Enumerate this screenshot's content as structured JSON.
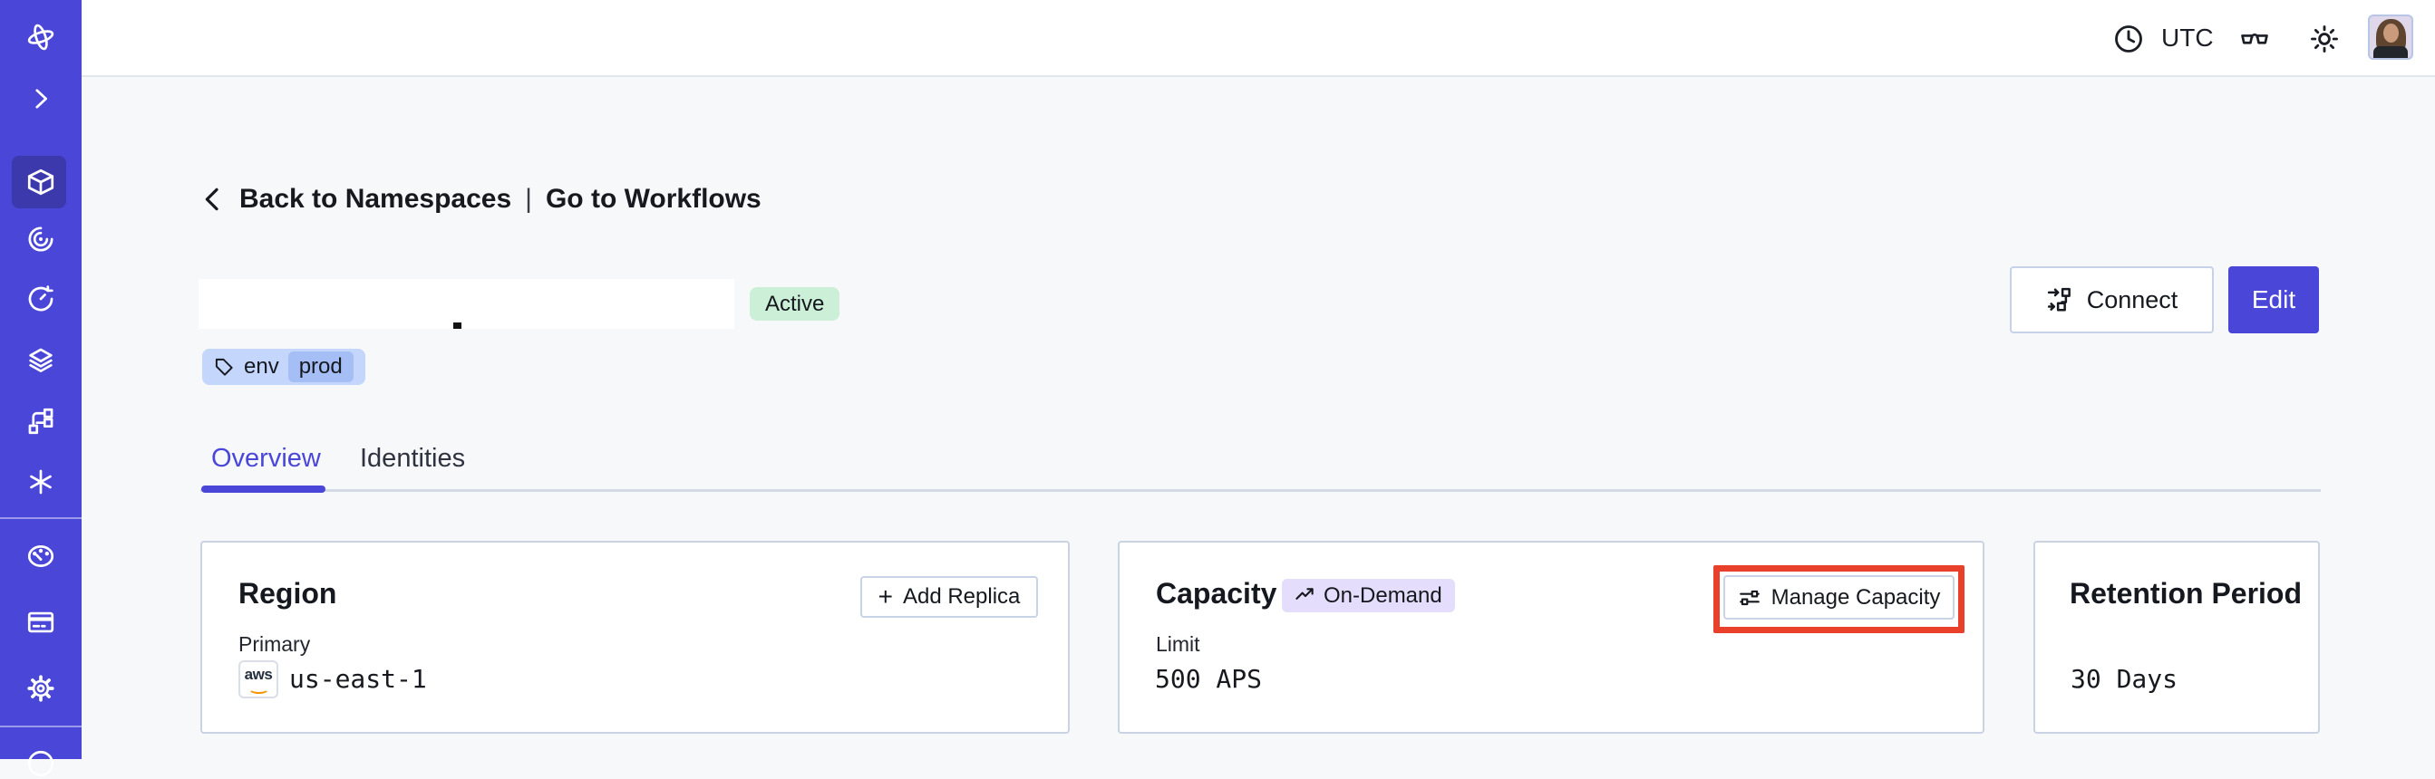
{
  "topbar": {
    "timezone": "UTC",
    "icons": [
      "clock-icon",
      "glasses-icon",
      "sun-icon",
      "user-avatar"
    ]
  },
  "sidebar": {
    "icons": [
      "temporal-logo",
      "expand-chevron",
      "namespaces-cube (active)",
      "nexus-spiral",
      "schedules-timer",
      "deployments-layers",
      "workflows-branch",
      "batch-asterisk",
      "usage-gauge",
      "billing-card",
      "settings-gear",
      "support-partial"
    ]
  },
  "breadcrumb": {
    "back_label": "Back to Namespaces",
    "separator": "|",
    "go_label": "Go to Workflows"
  },
  "namespace": {
    "status": "Active",
    "tag_key": "env",
    "tag_value": "prod"
  },
  "header_actions": {
    "connect_label": "Connect",
    "edit_label": "Edit"
  },
  "tabs": {
    "overview": "Overview",
    "identities": "Identities",
    "active_tab": "Overview"
  },
  "cards": {
    "region": {
      "title": "Region",
      "add_replica_label": "Add Replica",
      "primary_label": "Primary",
      "provider_label": "aws",
      "value": "us-east-1"
    },
    "capacity": {
      "title": "Capacity",
      "badge": "On-Demand",
      "manage_label": "Manage Capacity",
      "limit_label": "Limit",
      "value": "500 APS",
      "manage_button_highlighted": true
    },
    "retention": {
      "title": "Retention Period",
      "value": "30 Days"
    }
  },
  "icons": {
    "plus": "+"
  },
  "colors": {
    "accent_indigo": "#4946D8",
    "sidebar_active": "#3B39AC",
    "highlight_red": "#E9402C",
    "status_active_green": "#CBEFD7",
    "tag_blue": "#C4D6FB",
    "tag_chip_blue": "#A5BEF6",
    "ondemand_lavender": "#E4DDFB",
    "aws_orange": "#F79400",
    "card_border": "#C9D3E4",
    "page_bg": "#F7F8FA"
  }
}
